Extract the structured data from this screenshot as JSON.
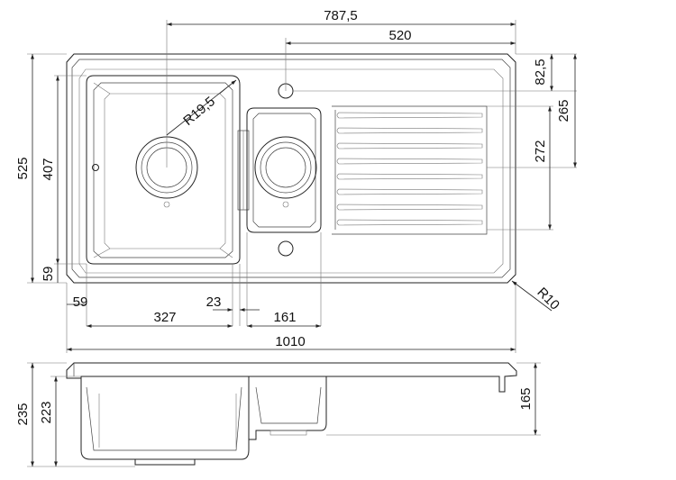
{
  "drawing": {
    "dimensions": {
      "overall_width": "1010",
      "top_span": "787,5",
      "drainer_span": "520",
      "tap_hole_offset": "82,5",
      "drainer_top": "265",
      "drainer_length": "272",
      "overall_depth": "525",
      "bowl_depth_plan": "407",
      "bowl_front_offset": "59",
      "bowl_left_offset": "59",
      "main_bowl_width": "327",
      "bowl_gap": "23",
      "half_bowl_width": "161",
      "corner_radius_bowl": "R19,5",
      "corner_radius_outer": "R10",
      "total_height": "235",
      "bowl_height": "223",
      "half_bowl_height": "165"
    }
  }
}
